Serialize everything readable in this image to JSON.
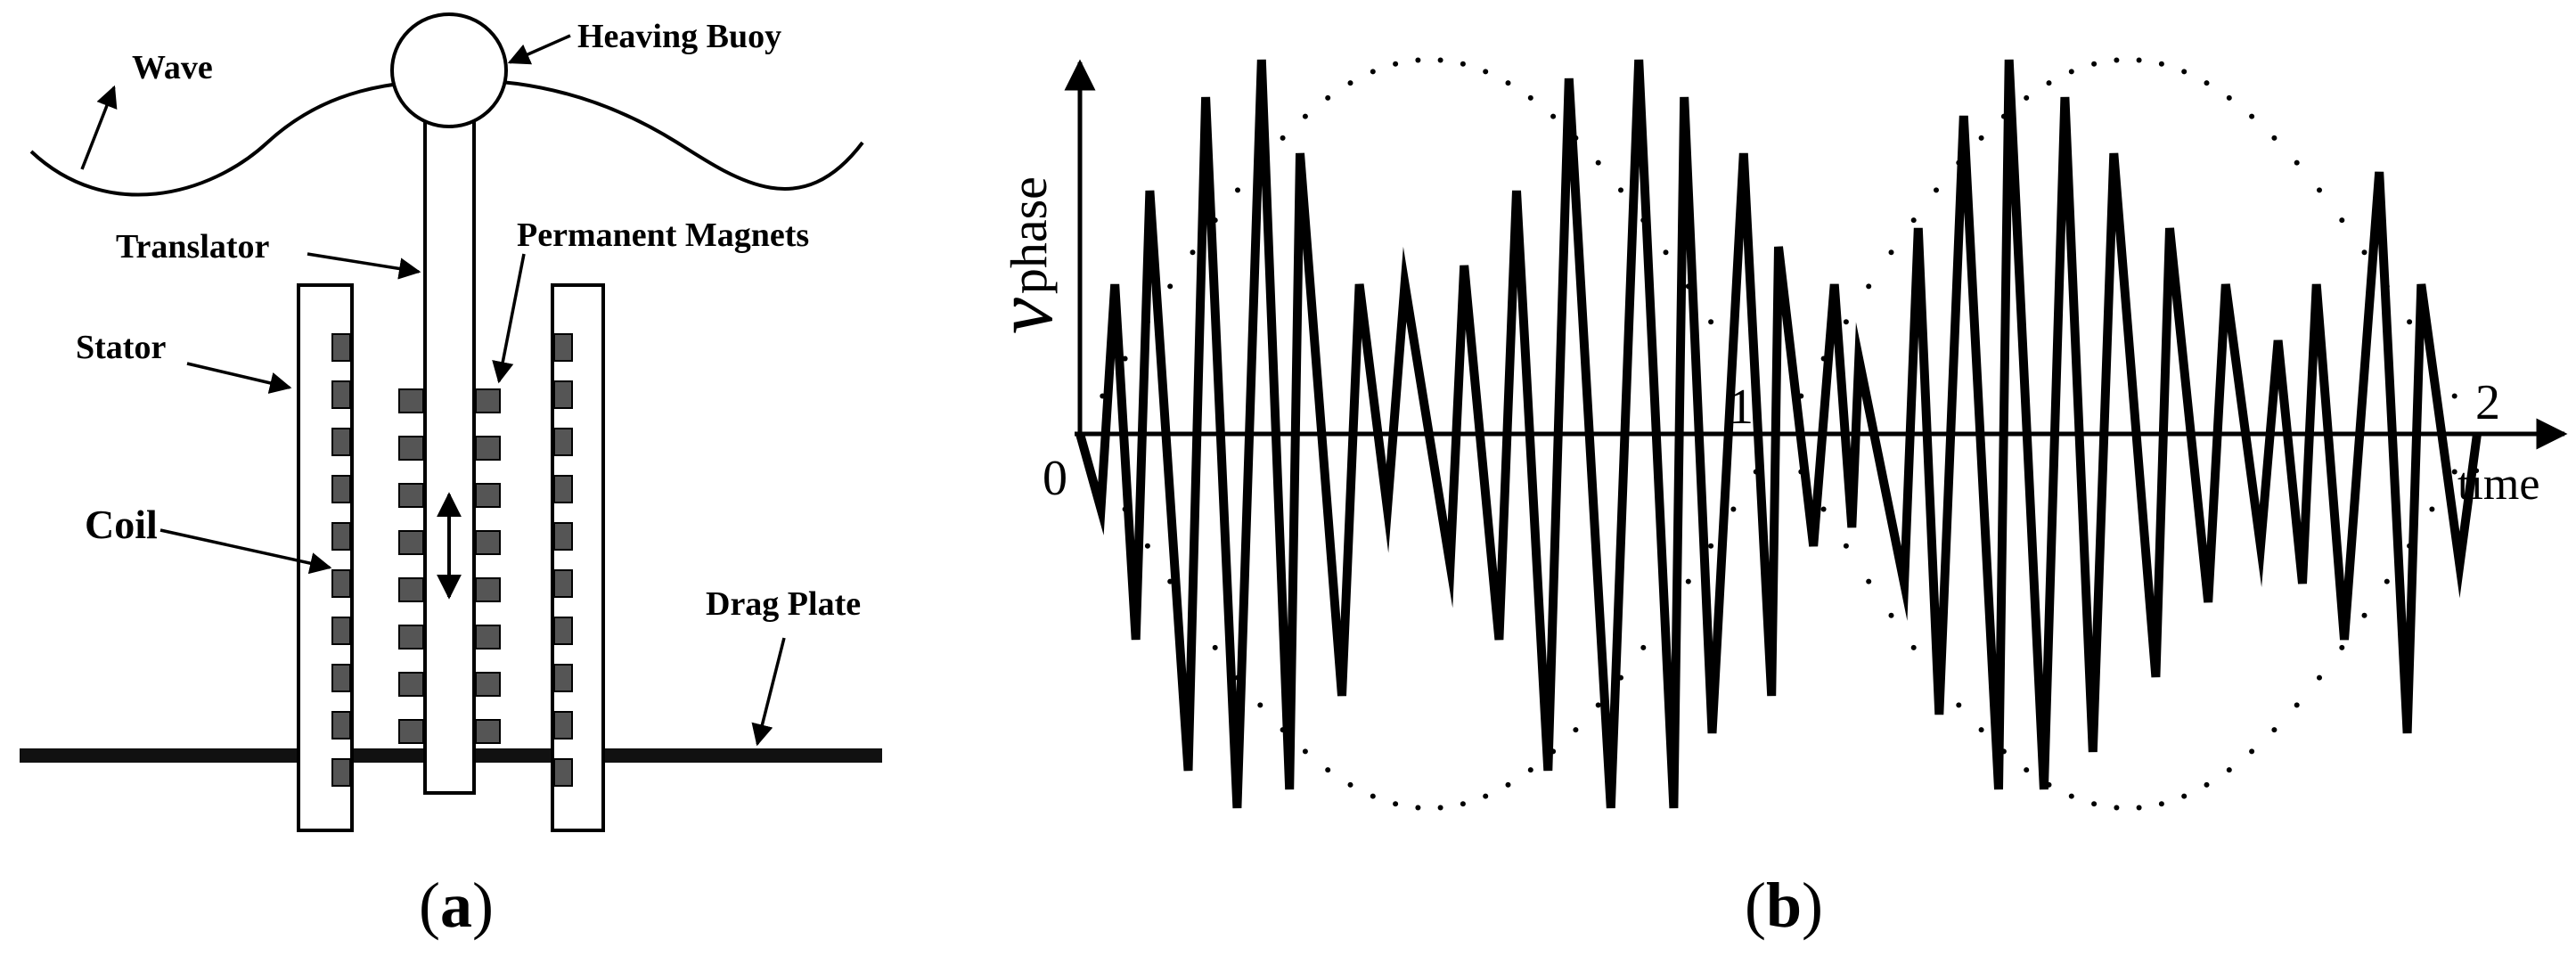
{
  "panel_a": {
    "caption_open": "(",
    "caption_letter": "a",
    "caption_close": ")",
    "labels": {
      "wave": "Wave",
      "heaving_buoy": "Heaving Buoy",
      "translator": "Translator",
      "permanent_magnets": "Permanent Magnets",
      "stator": "Stator",
      "coil": "Coil",
      "drag_plate": "Drag Plate"
    }
  },
  "panel_b": {
    "caption_open": "(",
    "caption_letter": "b",
    "caption_close": ")",
    "y_label_main": "v",
    "y_label_sub": "phase",
    "x_label": "time",
    "origin": "0",
    "tick_1": "1",
    "tick_2": "2"
  },
  "colors": {
    "ink": "#000000",
    "coil_fill": "#555555",
    "background": "#ffffff"
  },
  "chart_data": {
    "type": "line",
    "xlabel": "time",
    "ylabel": "v_phase",
    "x_ticks": [
      "0",
      "1",
      "2"
    ],
    "xlim": [
      0,
      2
    ],
    "ylim": [
      -1,
      1
    ],
    "grid": false,
    "series": [
      {
        "style": "solid-thick",
        "x": [
          0,
          0.03,
          0.05,
          0.08,
          0.1,
          0.155,
          0.18,
          0.225,
          0.26,
          0.3,
          0.315,
          0.375,
          0.4,
          0.44,
          0.465,
          0.53,
          0.55,
          0.6,
          0.625,
          0.67,
          0.7,
          0.76,
          0.8,
          0.85,
          0.865,
          0.905,
          0.95,
          0.99,
          1.0,
          1.05,
          1.08,
          1.105,
          1.115,
          1.18,
          1.2,
          1.23,
          1.265,
          1.315,
          1.33,
          1.38,
          1.41,
          1.45,
          1.48,
          1.54,
          1.56,
          1.615,
          1.64,
          1.69,
          1.715,
          1.75,
          1.77,
          1.81,
          1.86,
          1.9,
          1.92,
          1.975,
          2.0
        ],
        "y": [
          0,
          -0.2,
          0.4,
          -0.55,
          0.65,
          -0.9,
          0.9,
          -1.0,
          1.0,
          -0.95,
          0.75,
          -0.7,
          0.4,
          -0.2,
          0.4,
          -0.35,
          0.45,
          -0.55,
          0.65,
          -0.9,
          0.95,
          -1.0,
          1.0,
          -1.0,
          0.9,
          -0.8,
          0.75,
          -0.7,
          0.5,
          -0.3,
          0.4,
          -0.25,
          0.2,
          -0.4,
          0.55,
          -0.75,
          0.85,
          -0.95,
          1.0,
          -0.95,
          0.9,
          -0.85,
          0.75,
          -0.65,
          0.55,
          -0.45,
          0.4,
          -0.3,
          0.25,
          -0.4,
          0.4,
          -0.55,
          0.7,
          -0.8,
          0.4,
          -0.35,
          0.0
        ]
      },
      {
        "style": "dotted-envelope",
        "formula": "±|sin(pi * t)|",
        "x": [
          0,
          0.25,
          0.5,
          0.75,
          1,
          1.25,
          1.5,
          1.75,
          2
        ],
        "y_upper": [
          0,
          0.707,
          1,
          0.707,
          0,
          0.707,
          1,
          0.707,
          0
        ]
      }
    ]
  }
}
